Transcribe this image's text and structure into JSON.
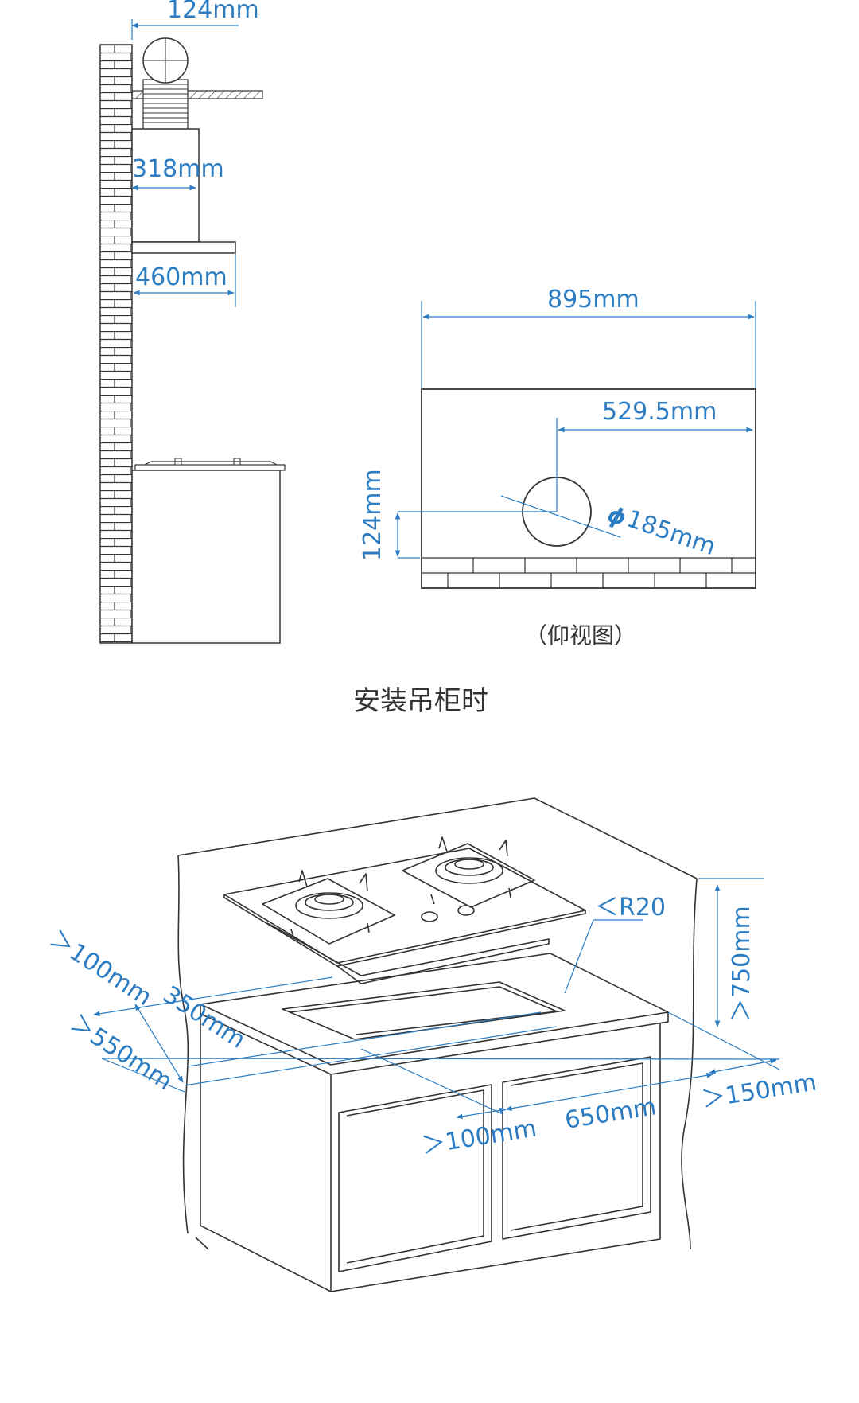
{
  "side_view": {
    "duct_width": "124mm",
    "chimney_width": "318mm",
    "hood_depth": "460mm"
  },
  "bottom_view": {
    "total_width": "895mm",
    "center_offset": "529.5mm",
    "height": "124mm",
    "diameter_symbol": "ϕ",
    "diameter": "185mm",
    "caption": "（仰视图）"
  },
  "section_title": "安装吊柜时",
  "cooktop_install": {
    "left_clearance": "＞100mm",
    "cut_depth": "350mm",
    "cabinet_depth": "＞550mm",
    "corner_radius": "＜R20",
    "height_clearance": "＞750mm",
    "right_clearance": "＞150mm",
    "front_clearance": "＞100mm",
    "cut_width": "650mm"
  },
  "colors": {
    "dimension": "#2b7cc2",
    "line": "#333333",
    "caption": "#333333"
  }
}
